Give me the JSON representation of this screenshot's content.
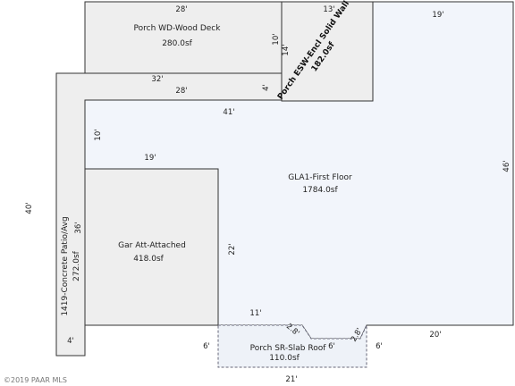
{
  "rooms": {
    "porch_wd": {
      "name": "Porch WD-Wood Deck",
      "area": "280.0sf"
    },
    "porch_esw": {
      "name": "Porch ESW-Encl Solid Wall",
      "area": "182.0sf"
    },
    "gla1": {
      "name": "GLA1-First Floor",
      "area": "1784.0sf"
    },
    "garage": {
      "name": "Gar Att-Attached",
      "area": "418.0sf"
    },
    "patio": {
      "name": "1419-Concrete Patio/Avg",
      "area": "272.0sf"
    },
    "porch_sr": {
      "name": "Porch SR-Slab Roof",
      "area": "110.0sf"
    }
  },
  "dimensions": {
    "d28_top": "28'",
    "d13": "13'",
    "d19_top": "19'",
    "d10_deck": "10'",
    "d14": "14'",
    "d32": "32'",
    "d28_mid": "28'",
    "d4_mid": "4'",
    "d41": "41'",
    "d10_left": "10'",
    "d19_mid": "19'",
    "d40": "40'",
    "d36": "36'",
    "d22": "22'",
    "d46": "46'",
    "d11": "11'",
    "d4_bottom": "4'",
    "d28a": "2.8'",
    "d6_center": "6'",
    "d28b": "2.8'",
    "d6_left": "6'",
    "d6_right": "6'",
    "d20": "20'",
    "d21": "21'"
  },
  "watermark": "©2019 PAAR MLS",
  "colors": {
    "gla_fill": "#f2f5fb",
    "porch_fill": "#eeeeee",
    "sr_fill": "#eef2f8",
    "line": "#333333"
  }
}
